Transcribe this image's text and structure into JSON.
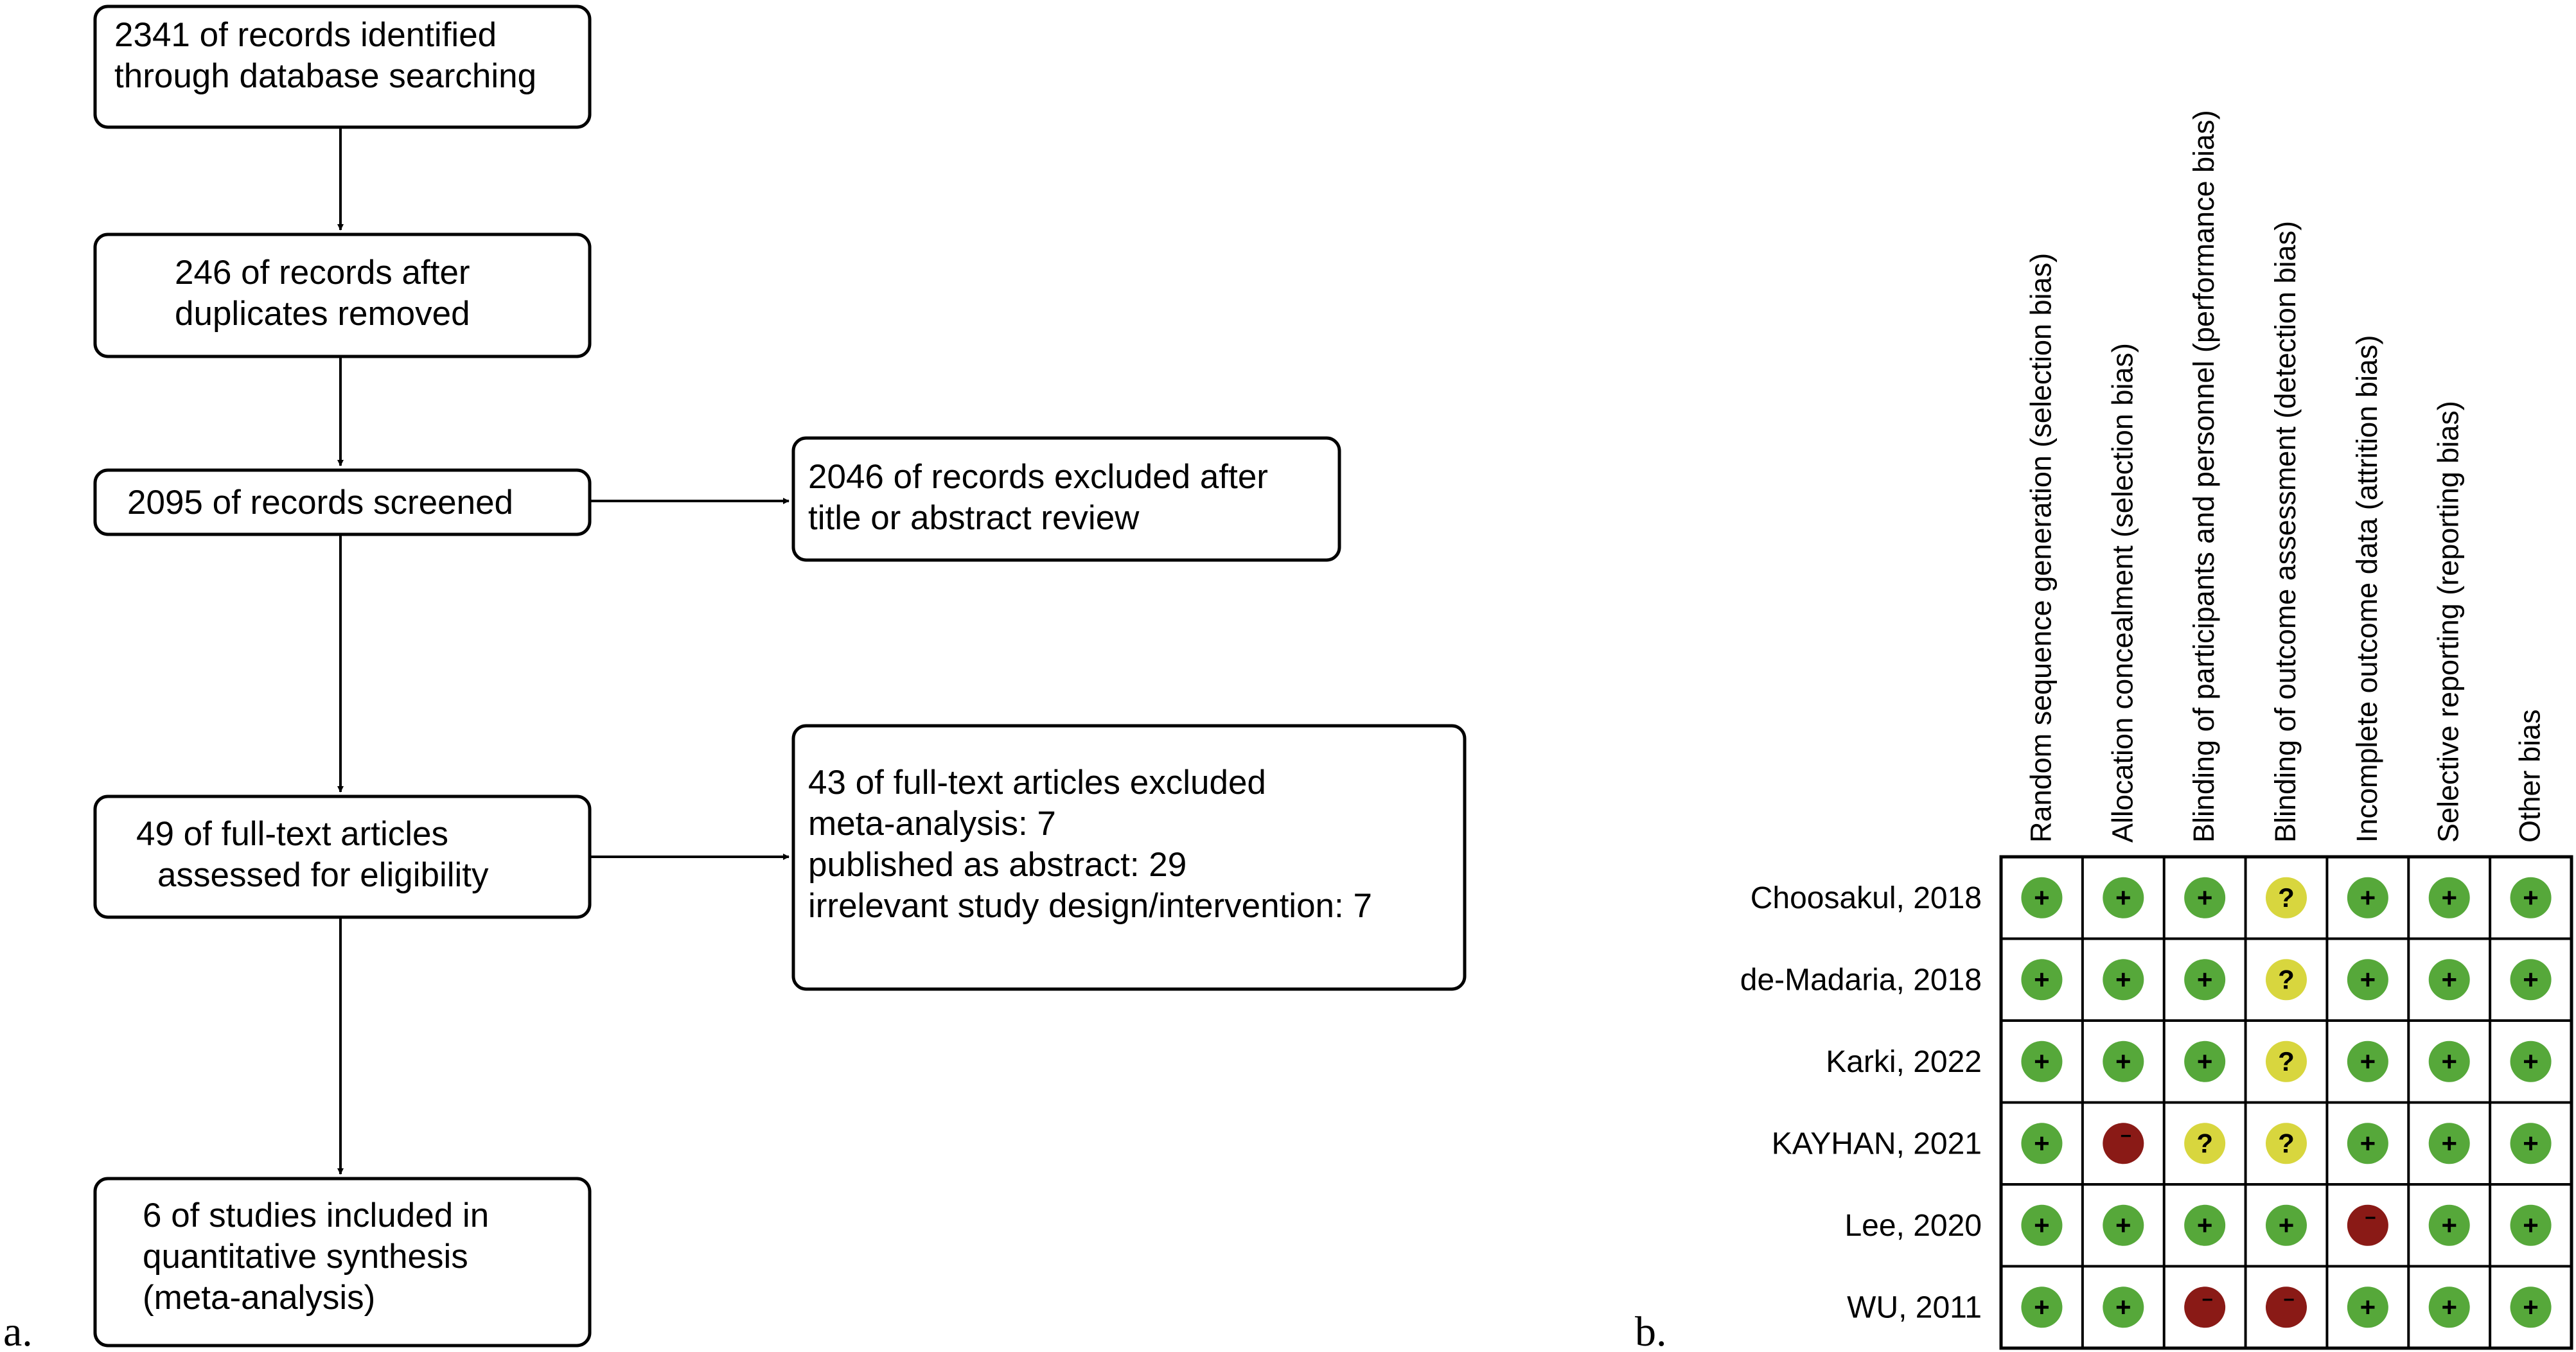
{
  "panel_a": {
    "label": "a.",
    "boxes": [
      {
        "id": "identified",
        "lines": [
          "2341 of records identified",
          "through database searching"
        ]
      },
      {
        "id": "dedup",
        "lines": [
          "246 of records after",
          "duplicates removed"
        ]
      },
      {
        "id": "screened",
        "lines": [
          "2095 of records screened"
        ]
      },
      {
        "id": "excluded1",
        "lines": [
          "2046 of records excluded after",
          "title or abstract review"
        ]
      },
      {
        "id": "fulltext",
        "lines": [
          "49 of full-text articles",
          "assessed for eligibility"
        ]
      },
      {
        "id": "excluded2",
        "lines": [
          "43 of full-text articles excluded",
          "meta-analysis: 7",
          "published as abstract: 29",
          "irrelevant study design/intervention: 7"
        ]
      },
      {
        "id": "included",
        "lines": [
          "6 of studies included in",
          "quantitative synthesis",
          "(meta-analysis)"
        ]
      }
    ]
  },
  "panel_b": {
    "label": "b.",
    "columns": [
      "Random sequence generation (selection bias)",
      "Allocation concealment (selection bias)",
      "Blinding of participants and personnel (performance bias)",
      "Blinding of outcome assessment (detection bias)",
      "Incomplete outcome data (attrition bias)",
      "Selective reporting (reporting bias)",
      "Other bias"
    ],
    "studies": [
      {
        "name": "Choosakul, 2018",
        "ratings": [
          "+",
          "+",
          "+",
          "?",
          "+",
          "+",
          "+"
        ]
      },
      {
        "name": "de-Madaria, 2018",
        "ratings": [
          "+",
          "+",
          "+",
          "?",
          "+",
          "+",
          "+"
        ]
      },
      {
        "name": "Karki, 2022",
        "ratings": [
          "+",
          "+",
          "+",
          "?",
          "+",
          "+",
          "+"
        ]
      },
      {
        "name": "KAYHAN, 2021",
        "ratings": [
          "+",
          "-",
          "?",
          "?",
          "+",
          "+",
          "+"
        ]
      },
      {
        "name": "Lee, 2020",
        "ratings": [
          "+",
          "+",
          "+",
          "+",
          "-",
          "+",
          "+"
        ]
      },
      {
        "name": "WU, 2011",
        "ratings": [
          "+",
          "+",
          "-",
          "-",
          "+",
          "+",
          "+"
        ]
      }
    ],
    "rating_colors": {
      "+": "#56a83a",
      "?": "#d8d63e",
      "-": "#8a1a16"
    },
    "rating_symbols": {
      "+": "+",
      "?": "?",
      "-": "−"
    }
  }
}
